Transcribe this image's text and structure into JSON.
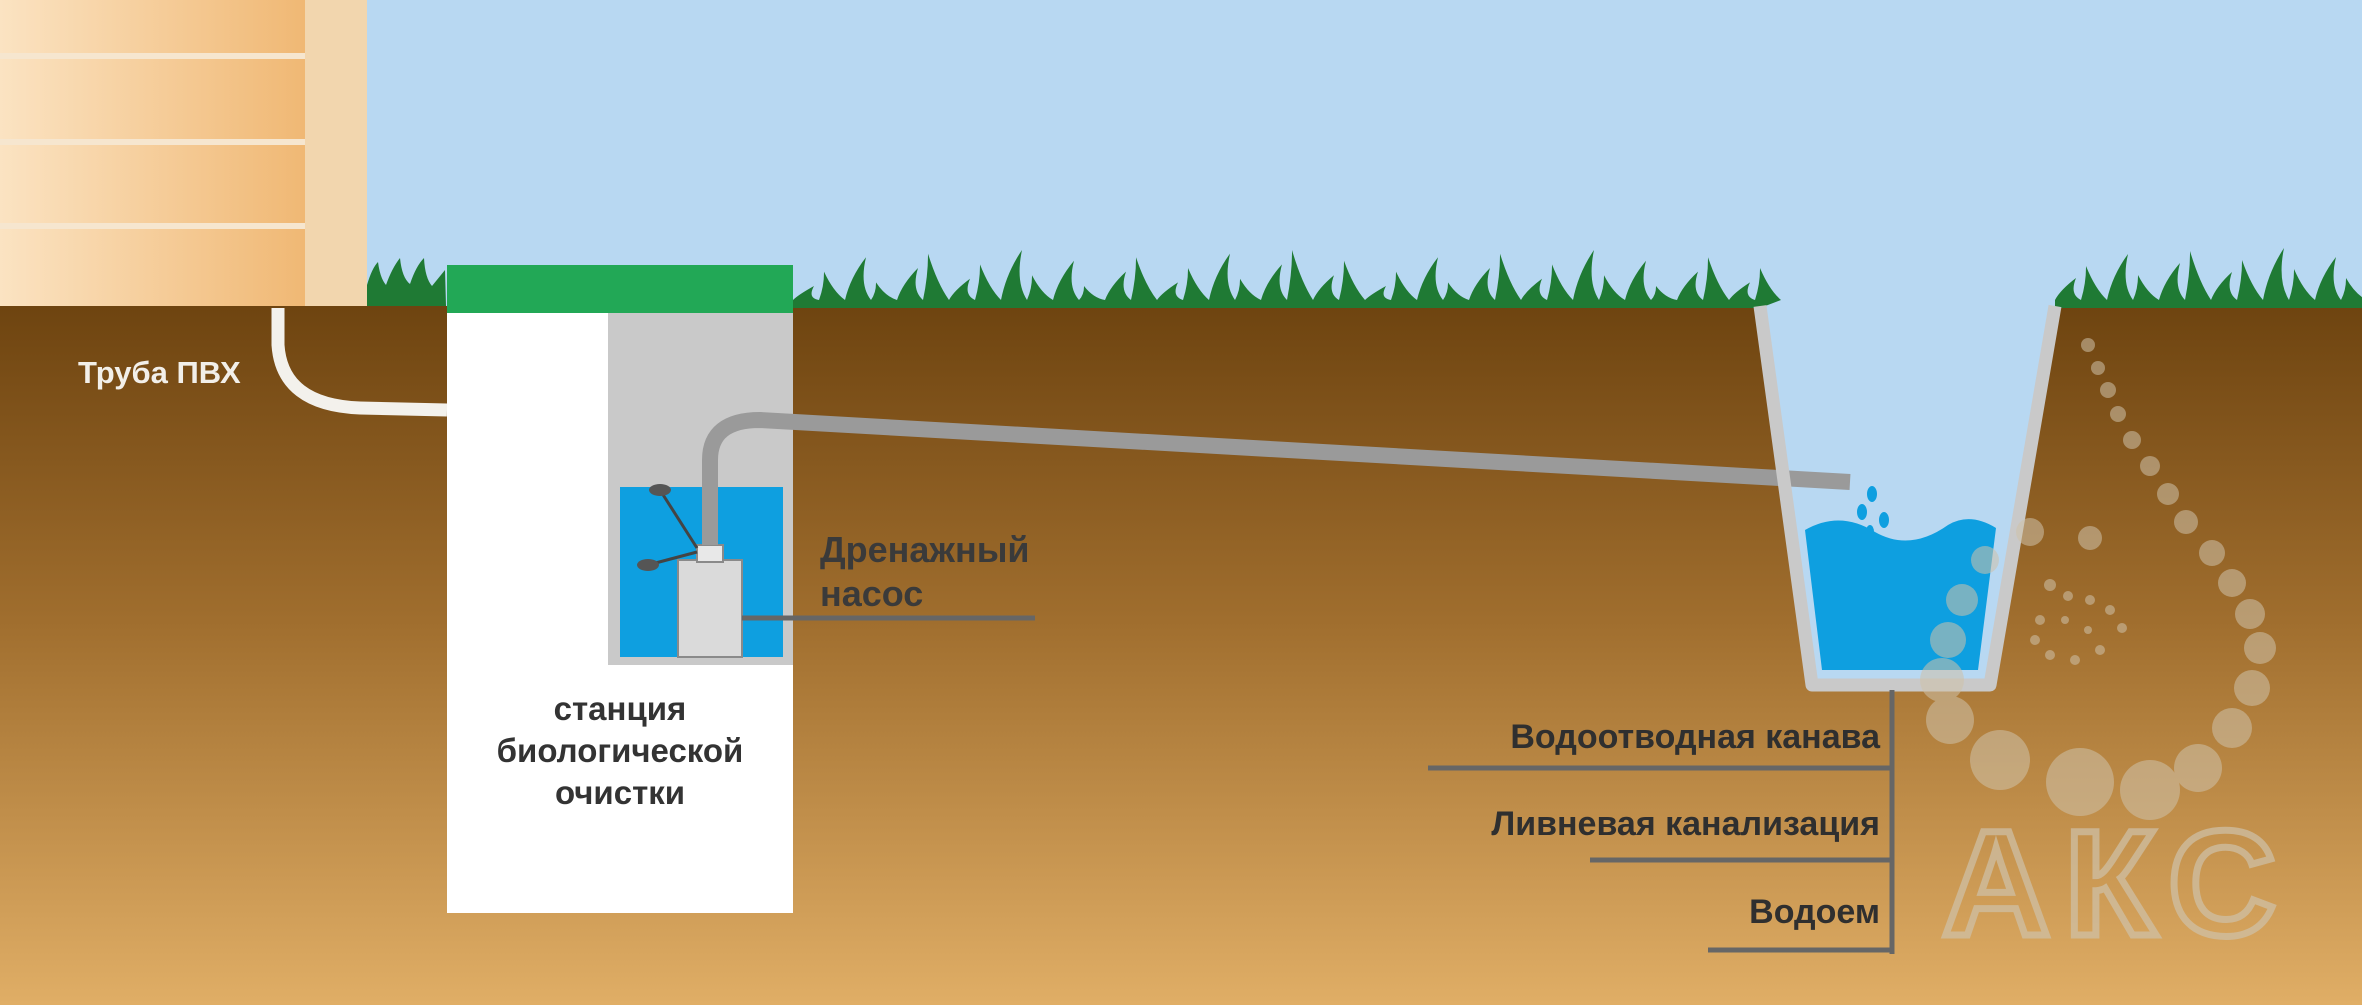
{
  "colors": {
    "sky": "#b8d8f2",
    "soil_top": "#6e4410",
    "soil_bottom": "#e0ae66",
    "grass": "#1f7a34",
    "station_lid": "#22a856",
    "station_body": "#ffffff",
    "pump_chamber": "#c9c9c9",
    "water": "#0e9fe0",
    "pipe_gray": "#9a9a9a",
    "pvc_pipe": "#f3f1ec",
    "house_wall": "#f0b874",
    "watermark": "#cfc2aa"
  },
  "labels": {
    "pvc_pipe": "Труба ПВХ",
    "pump_line1": "Дренажный",
    "pump_line2": "насос",
    "station_line1": "станция",
    "station_line2": "биологической",
    "station_line3": "очистки",
    "ditch": "Водоотводная канава",
    "storm_sewer": "Ливневая канализация",
    "pond": "Водоем",
    "watermark": "АКС"
  }
}
